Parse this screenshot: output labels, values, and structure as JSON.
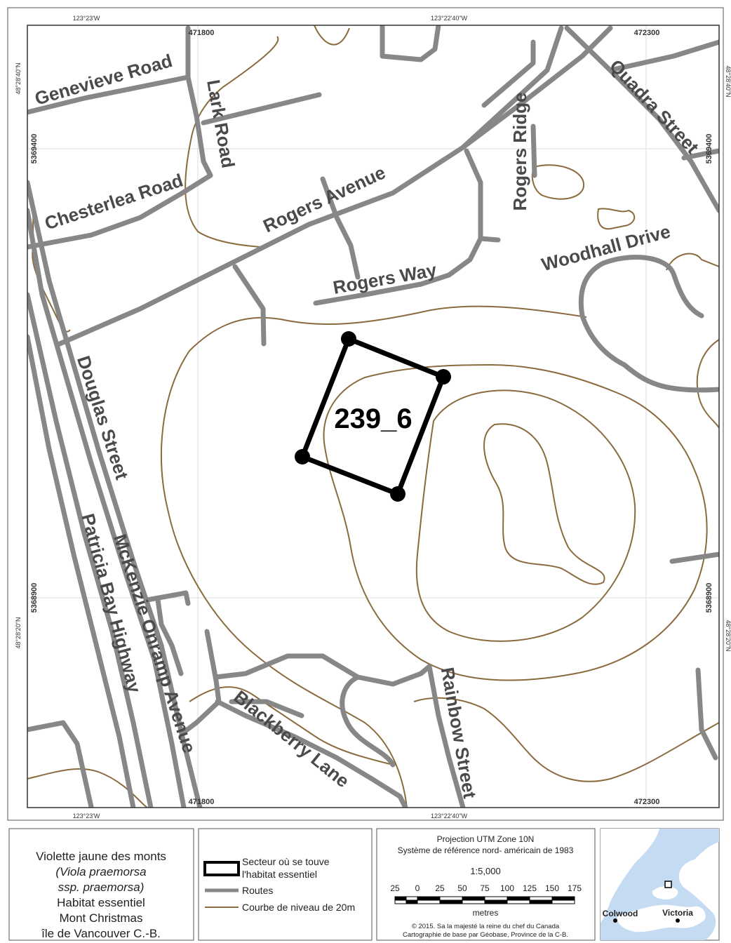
{
  "map": {
    "habitat_id": "239_6",
    "roads": {
      "genevieve": "Genevieve Road",
      "lark": "Lark Road",
      "chesterlea": "Chesterlea Road",
      "rogers_avenue": "Rogers Avenue",
      "rogers_ridge": "Rogers Ridge",
      "quadra": "Quadra Street",
      "woodhall": "Woodhall Drive",
      "rogers_way": "Rogers Way",
      "douglas": "Douglas Street",
      "patricia": "Patricia Bay Highway",
      "mckenzie": "McKenzie Onramp Avenue",
      "blackberry": "Blackberry Lane",
      "rainbow": "Rainbow Street"
    },
    "grid": {
      "lon_left_top": "123°23'W",
      "lon_right_top": "123°22'40\"W",
      "lon_left_bottom": "123°23'W",
      "lon_right_bottom": "123°22'40\"W",
      "easting_left_top": "471800",
      "easting_right_top": "472300",
      "easting_left_bottom": "471800",
      "easting_right_bottom": "472300",
      "lat_upper_left": "48°28'40\"N",
      "lat_upper_right": "48°28'40\"N",
      "lat_lower_left": "48°28'20\"N",
      "lat_lower_right": "48°28'20\"N",
      "northing_upper_left": "5369400",
      "northing_upper_right": "5369400",
      "northing_lower_left": "5368900",
      "northing_lower_right": "5368900"
    },
    "colors": {
      "road": "#878787",
      "contour": "#8b6b3d",
      "habitat": "#000000",
      "water": "#c5dbf2"
    }
  },
  "legend_title": {
    "line1": "Violette jaune des monts",
    "line2": "(Viola praemorsa",
    "line3": "ssp. praemorsa)",
    "line4": "Habitat essentiel",
    "line5": "Mont Christmas",
    "line6": "île de Vancouver C.-B."
  },
  "legend": {
    "habitat_line1": "Secteur où se touve",
    "habitat_line2": "l'habitat essentiel",
    "roads": "Routes",
    "contour": "Courbe de niveau de 20m"
  },
  "projection": {
    "line1": "Projection UTM Zone 10N",
    "line2": "Système de référence  nord- américain de 1983",
    "scale": "1:5,000",
    "scale_ticks": [
      "25",
      "0",
      "25",
      "50",
      "75",
      "100",
      "125",
      "150",
      "175"
    ],
    "unit": "metres",
    "credit1": "© 2015. Sa la majesté la reine du chef du Canada",
    "credit2": "Cartographie de base par Géobase, Province de la C-B."
  },
  "inset": {
    "city1": "Colwood",
    "city2": "Victoria"
  }
}
